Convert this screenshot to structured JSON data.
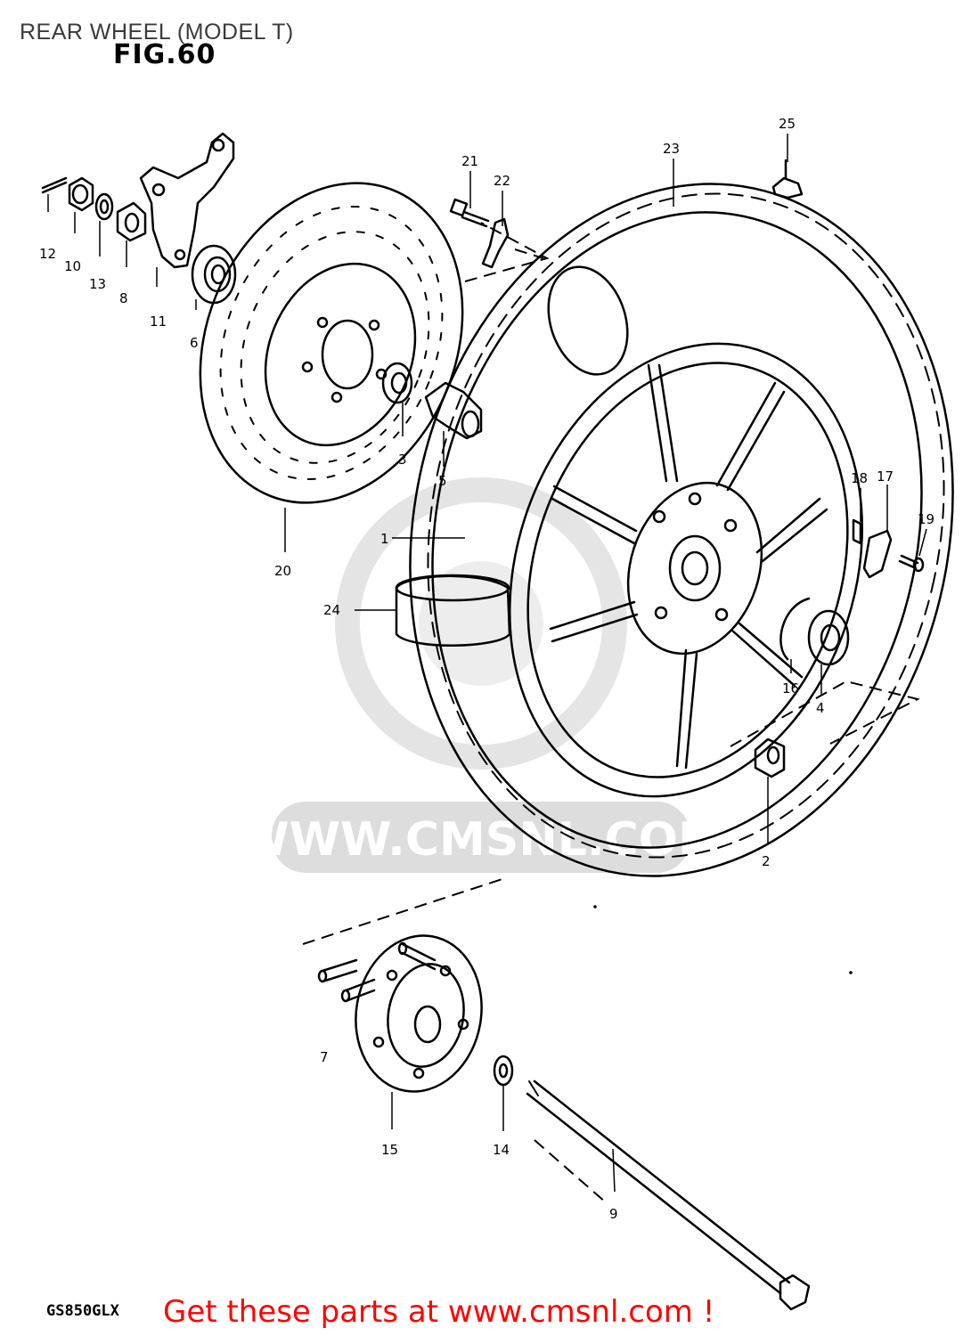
{
  "header": {
    "title": "REAR WHEEL (MODEL T)"
  },
  "figure": {
    "label": "FIG.60"
  },
  "callouts": {
    "c1": "1",
    "c2": "2",
    "c3": "3",
    "c4": "4",
    "c5": "5",
    "c6": "6",
    "c7": "7",
    "c8": "8",
    "c9": "9",
    "c10": "10",
    "c11": "11",
    "c12": "12",
    "c13": "13",
    "c14": "14",
    "c15": "15",
    "c16": "16",
    "c17": "17",
    "c18": "18",
    "c19": "19",
    "c20": "20",
    "c21": "21",
    "c22": "22",
    "c23": "23",
    "c24": "24",
    "c25": "25"
  },
  "watermark": {
    "text": "WWW.CMSNL.COM"
  },
  "footer": {
    "model_code": "GS850GLX",
    "promo_text": "Get these parts at www.cmsnl.com !"
  },
  "colors": {
    "promo": "#ff0000",
    "line": "#000000",
    "watermark": "#dcdcdc"
  }
}
